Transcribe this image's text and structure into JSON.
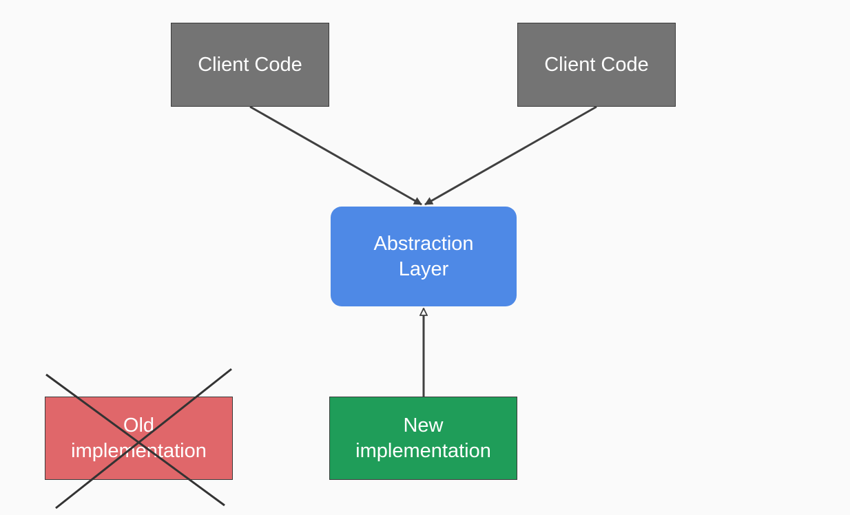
{
  "nodes": {
    "client_left": {
      "label": "Client Code"
    },
    "client_right": {
      "label": "Client Code"
    },
    "abstraction": {
      "label": "Abstraction\nLayer"
    },
    "old_impl": {
      "label": "Old\nimplementation",
      "crossed_out": true
    },
    "new_impl": {
      "label": "New\nimplementation"
    }
  },
  "edges": [
    {
      "from": "client_left",
      "to": "abstraction",
      "head": "filled"
    },
    {
      "from": "client_right",
      "to": "abstraction",
      "head": "filled"
    },
    {
      "from": "new_impl",
      "to": "abstraction",
      "head": "hollow"
    }
  ],
  "colors": {
    "background": "#fafafa",
    "client": "#747474",
    "abstraction": "#4e89e6",
    "old_impl": "#e0676a",
    "new_impl": "#1f9d59",
    "connector": "#404040"
  }
}
